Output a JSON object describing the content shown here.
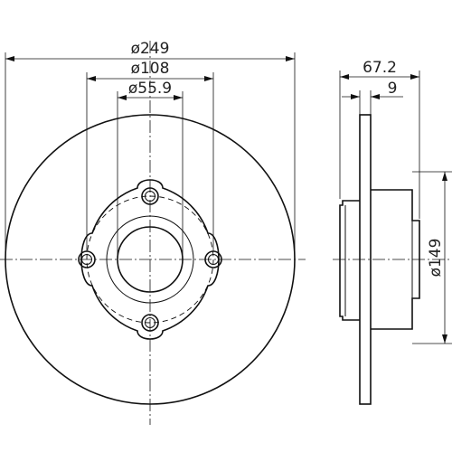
{
  "drawing": {
    "front_view": {
      "outer_diameter_label": "ø249",
      "bolt_circle_label": "ø108",
      "center_bore_label": "ø55.9",
      "bolt_hole_count": 4
    },
    "side_view": {
      "overall_height_label": "67.2",
      "disc_thickness_label": "9",
      "hat_diameter_label": "ø149"
    }
  }
}
